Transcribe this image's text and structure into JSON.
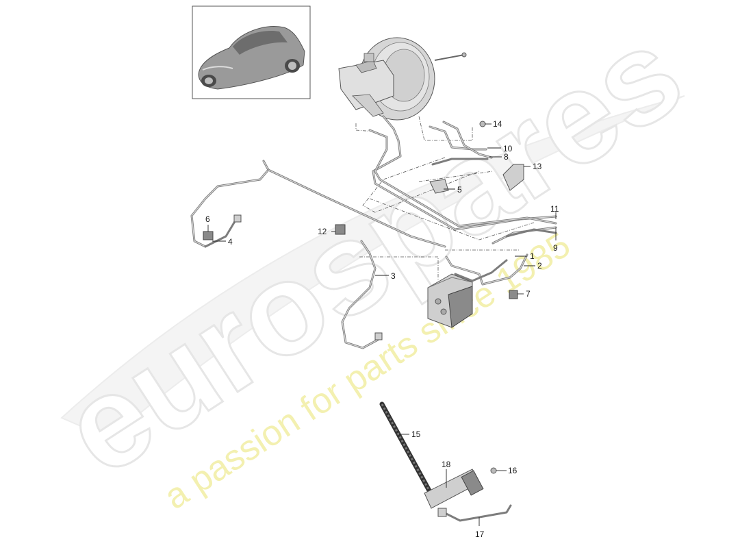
{
  "watermark": {
    "brand": "eurospares",
    "tagline": "a passion for parts since 1985"
  },
  "callouts": [
    {
      "id": "c1",
      "label": "1"
    },
    {
      "id": "c2",
      "label": "2"
    },
    {
      "id": "c3",
      "label": "3"
    },
    {
      "id": "c4",
      "label": "4"
    },
    {
      "id": "c5",
      "label": "5"
    },
    {
      "id": "c6",
      "label": "6"
    },
    {
      "id": "c7",
      "label": "7"
    },
    {
      "id": "c8",
      "label": "8"
    },
    {
      "id": "c9",
      "label": "9"
    },
    {
      "id": "c10",
      "label": "10"
    },
    {
      "id": "c11",
      "label": "11"
    },
    {
      "id": "c12",
      "label": "12"
    },
    {
      "id": "c13",
      "label": "13"
    },
    {
      "id": "c14",
      "label": "14"
    },
    {
      "id": "c15",
      "label": "15"
    },
    {
      "id": "c16",
      "label": "16"
    },
    {
      "id": "c17",
      "label": "17"
    },
    {
      "id": "c18",
      "label": "18"
    }
  ],
  "colors": {
    "background": "#ffffff",
    "line": "#1a1a1a",
    "part": "#cfcfcf",
    "watermark_tagline": "#f3f0b0"
  }
}
